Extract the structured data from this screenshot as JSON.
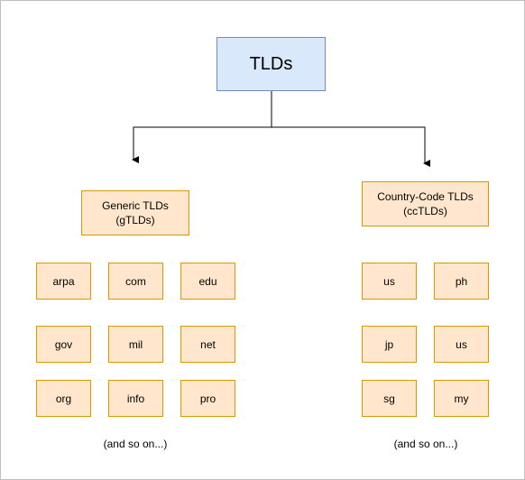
{
  "diagram": {
    "root": {
      "label": "TLDs"
    },
    "generic": {
      "line1": "Generic TLDs",
      "line2": "(gTLDs)",
      "items": [
        "arpa",
        "com",
        "edu",
        "gov",
        "mil",
        "net",
        "org",
        "info",
        "pro"
      ],
      "note": "(and so on...)"
    },
    "country": {
      "line1": "Country-Code TLDs",
      "line2": "(ccTLDs)",
      "items": [
        "us",
        "ph",
        "jp",
        "us",
        "sg",
        "my"
      ],
      "note": "(and so on...)"
    },
    "colors": {
      "root_fill": "#dae8fc",
      "root_stroke": "#6c8ebf",
      "node_fill": "#ffe6cc",
      "node_stroke": "#d79b00"
    }
  }
}
